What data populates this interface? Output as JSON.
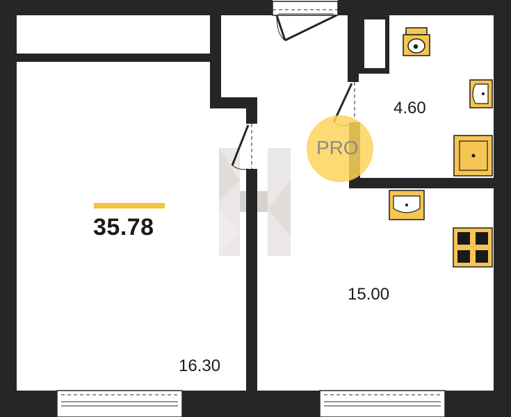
{
  "plan": {
    "total_area": "35.78",
    "rooms": {
      "living_room_area": "16.30",
      "kitchen_area": "15.00",
      "bathroom_area": "4.60"
    },
    "badge": "PRO"
  },
  "colors": {
    "wall": "#262626",
    "accent": "#f5c342",
    "fixture_fill": "#f6c552",
    "fixture_stroke": "#1a1a1a",
    "badge_fill": "#fcd55c"
  },
  "icons": [
    "toilet-icon",
    "washbasin-icon",
    "shower-tray-icon",
    "kitchen-sink-icon",
    "stove-icon",
    "door-icon",
    "window-icon",
    "watermark-logo"
  ]
}
